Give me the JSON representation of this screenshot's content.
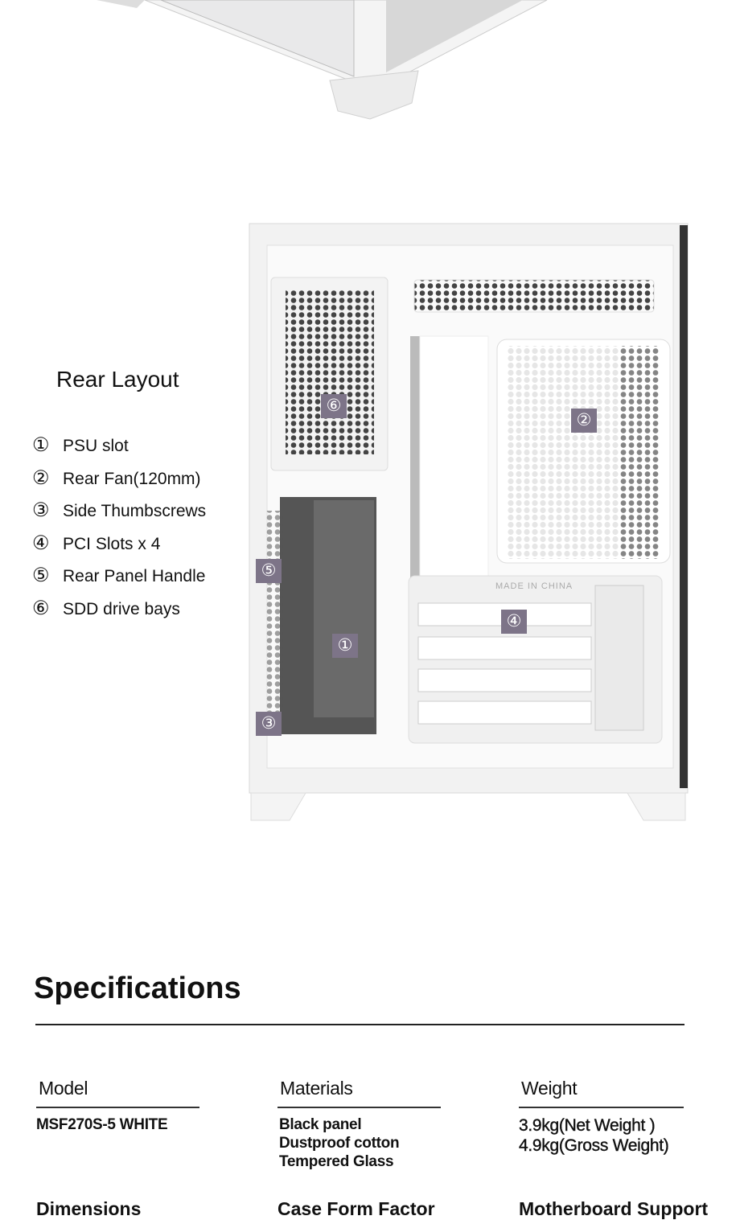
{
  "rear_layout": {
    "title": "Rear Layout",
    "items": [
      {
        "num": "①",
        "label": "PSU slot"
      },
      {
        "num": "②",
        "label": "Rear Fan(120mm)"
      },
      {
        "num": "③",
        "label": "Side Thumbscrews"
      },
      {
        "num": "④",
        "label": "PCI Slots x 4"
      },
      {
        "num": "⑤",
        "label": "Rear Panel Handle"
      },
      {
        "num": "⑥",
        "label": "SDD drive bays"
      }
    ],
    "case_text": "MADE IN CHINA",
    "marker_color": "#7d7488"
  },
  "specs": {
    "title": "Specifications",
    "columns": [
      {
        "heading": "Model",
        "lines": [
          "MSF270S-5 WHITE"
        ]
      },
      {
        "heading": "Materials",
        "lines": [
          "Black panel",
          "Dustproof cotton",
          "Tempered Glass"
        ]
      },
      {
        "heading": "Weight",
        "lines": [
          "3.9kg(Net Weight )",
          "4.9kg(Gross Weight)"
        ]
      }
    ],
    "next_row": [
      "Dimensions",
      "Case Form Factor",
      "Motherboard Support"
    ]
  }
}
